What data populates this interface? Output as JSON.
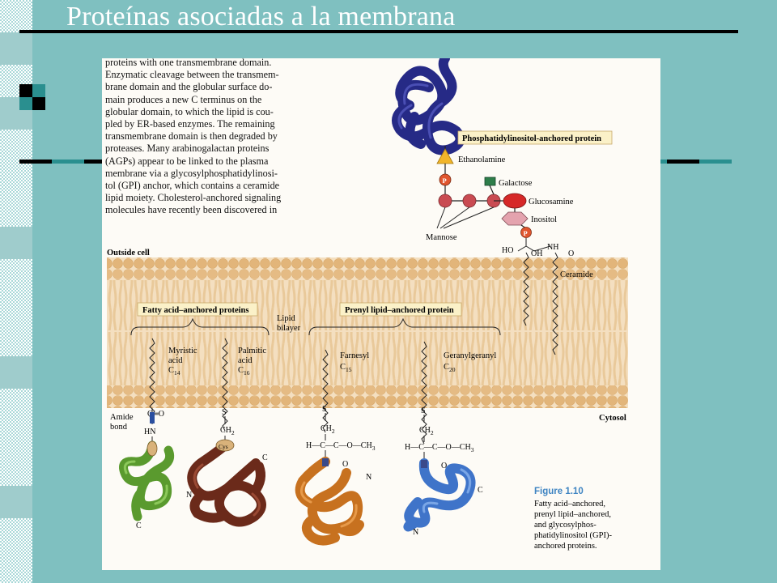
{
  "slide": {
    "title": "Proteínas asociadas a la membrana"
  },
  "figure": {
    "body_text": [
      "proteins with one transmembrane domain.",
      "Enzymatic cleavage between the transmem-",
      "brane domain and the globular surface do-",
      "main produces a new C terminus on the",
      "globular domain, to which the lipid is cou-",
      "pled by ER-based enzymes. The remaining",
      "transmembrane domain is then degraded by",
      "proteases. Many arabinogalactan proteins",
      "(AGPs) appear to be linked to the plasma",
      "membrane via a glycosylphosphatidylinosi-",
      "tol (GPI) anchor, which contains a ceramide",
      "lipid moiety. Cholesterol-anchored signaling",
      "molecules have recently been discovered in"
    ],
    "labels": {
      "outside_cell": "Outside cell",
      "cytosol": "Cytosol",
      "lipid_bilayer_1": "Lipid",
      "lipid_bilayer_2": "bilayer",
      "fatty_acid_box": "Fatty acid–anchored proteins",
      "prenyl_box": "Prenyl lipid–anchored protein",
      "gpi_box": "Phosphatidylinositol-anchored protein",
      "ethanolamine": "Ethanolamine",
      "galactose": "Galactose",
      "glucosamine": "Glucosamine",
      "inositol": "Inositol",
      "mannose": "Mannose",
      "ceramide": "Ceramide",
      "ho": "HO",
      "oh": "OH",
      "nh": "NH",
      "o_ceramide": "O",
      "myristic_1": "Myristic",
      "myristic_2": "acid",
      "myristic_3": "C",
      "myristic_sub": "14",
      "palmitic_1": "Palmitic",
      "palmitic_2": "acid",
      "palmitic_3": "C",
      "palmitic_sub": "16",
      "farnesyl_1": "Farnesyl",
      "farnesyl_2": "C",
      "farnesyl_sub": "15",
      "geranyl_1": "Geranylgeranyl",
      "geranyl_2": "C",
      "geranyl_sub": "20",
      "amide_1": "Amide",
      "amide_2": "bond",
      "c_eq_o": "C═O",
      "hn": "HN",
      "s": "S",
      "ch2": "CH",
      "ch2_sub": "2",
      "cys": "Cys",
      "ester_line": "H—C—C—O—CH",
      "ester_sub": "3",
      "o": "O",
      "n": "N",
      "c": "C",
      "p": "P"
    },
    "caption": {
      "title": "Figure 1.10",
      "lines": [
        "Fatty acid–anchored,",
        "prenyl lipid–anchored,",
        "and glycosylphos-",
        "phatidylinositol (GPI)-",
        "anchored proteins."
      ]
    },
    "colors": {
      "membrane": "#e8c08a",
      "gpi_protein": "#2a2f8c",
      "myristoyl_protein": "#5a9a2e",
      "palmitoyl_protein": "#6b2a1a",
      "farnesyl_protein": "#c7711f",
      "geranyl_protein": "#3f74c9",
      "caption_blue": "#3e84c2"
    }
  }
}
